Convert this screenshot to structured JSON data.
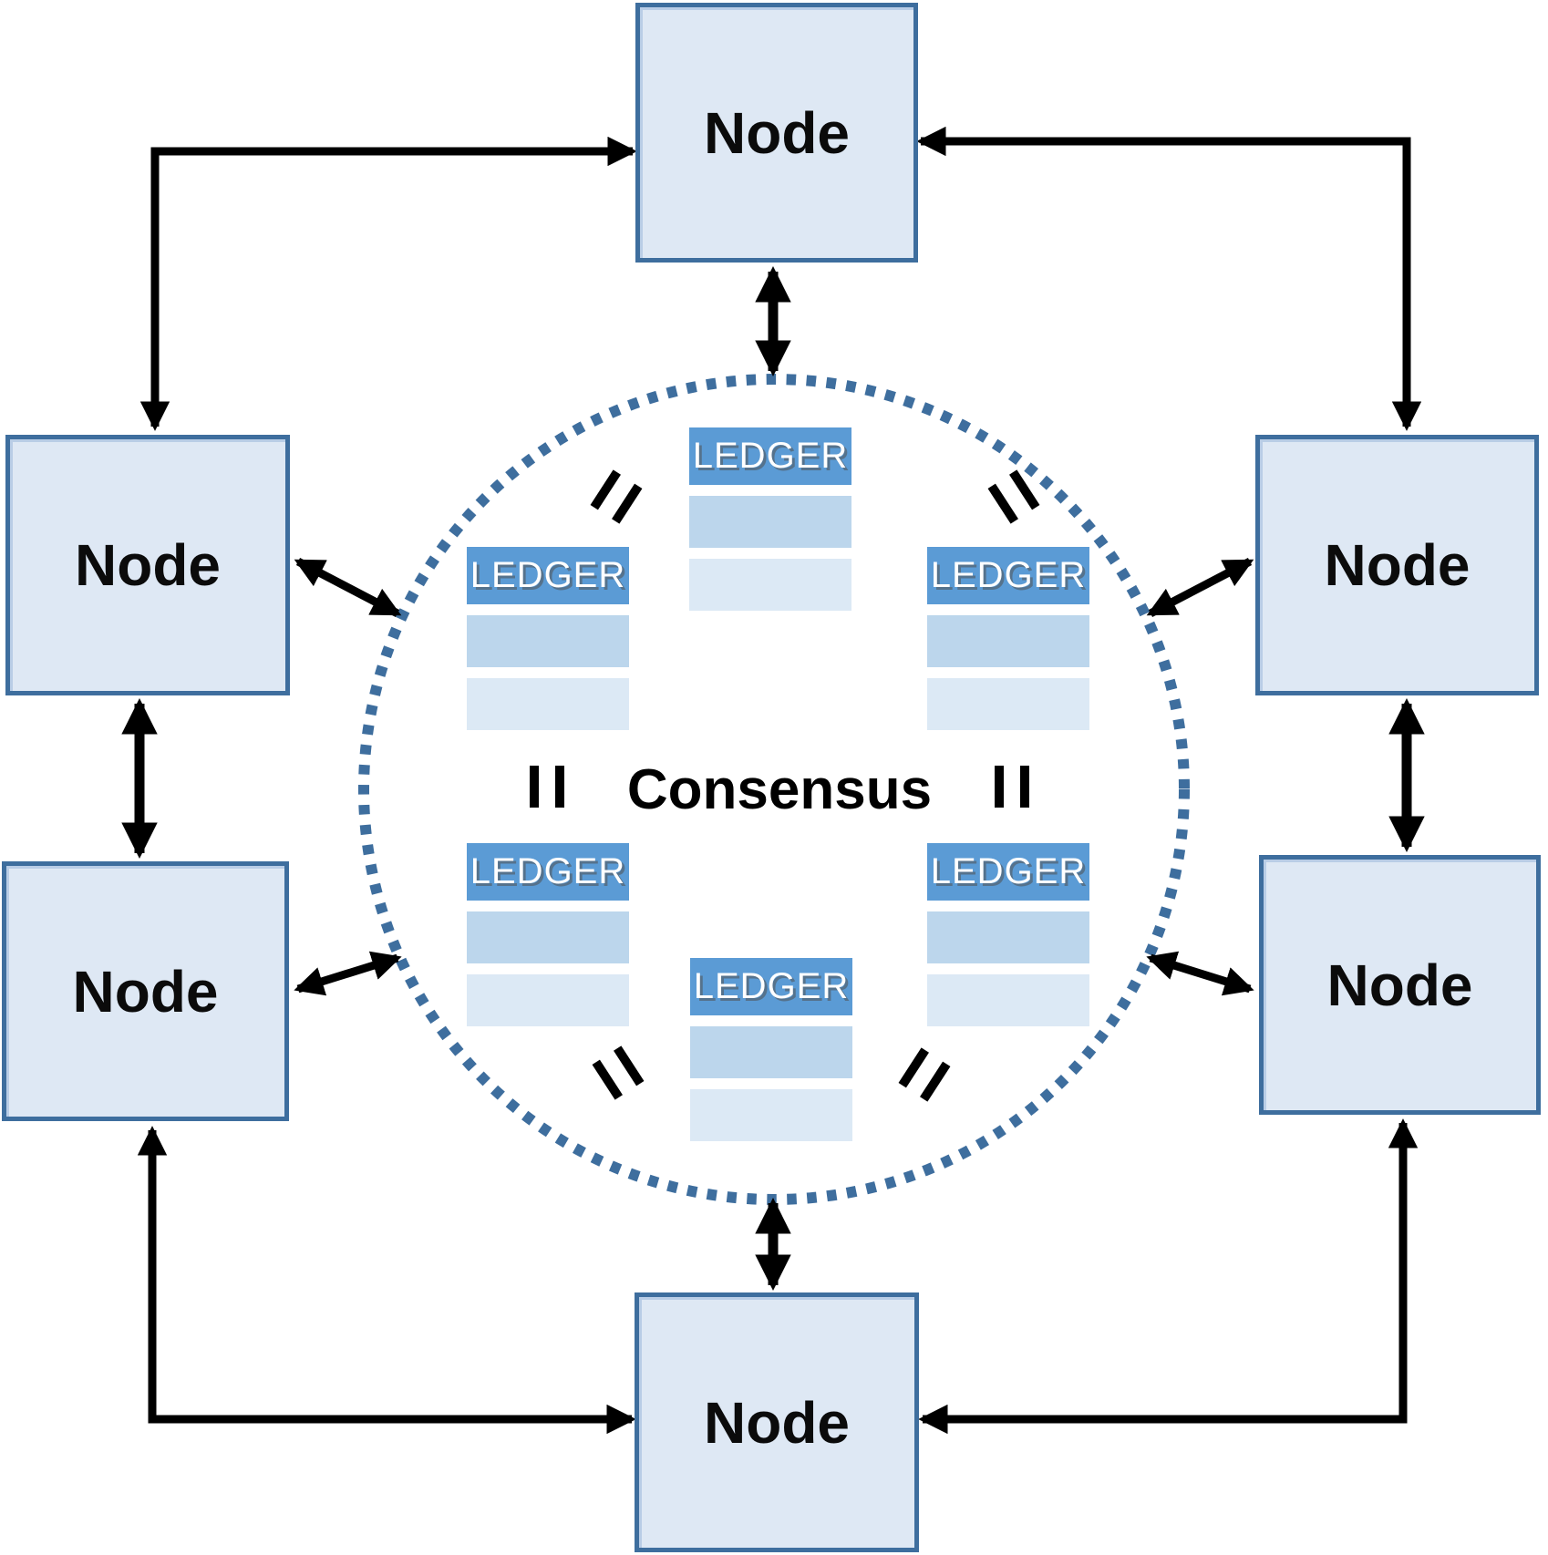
{
  "diagram": {
    "type": "peer-to-peer consensus network",
    "center_label": "Consensus",
    "nodes": [
      {
        "id": "top",
        "label": "Node"
      },
      {
        "id": "upper-left",
        "label": "Node"
      },
      {
        "id": "upper-right",
        "label": "Node"
      },
      {
        "id": "lower-left",
        "label": "Node"
      },
      {
        "id": "lower-right",
        "label": "Node"
      },
      {
        "id": "bottom",
        "label": "Node"
      }
    ],
    "ledgers": [
      {
        "id": "top",
        "label": "LEDGER"
      },
      {
        "id": "upper-left",
        "label": "LEDGER"
      },
      {
        "id": "upper-right",
        "label": "LEDGER"
      },
      {
        "id": "lower-left",
        "label": "LEDGER"
      },
      {
        "id": "lower-right",
        "label": "LEDGER"
      },
      {
        "id": "bottom",
        "label": "LEDGER"
      }
    ],
    "equals_sign_count": 6,
    "colors": {
      "node_fill": "#dee8f4",
      "node_border": "#3e6e9e",
      "ledger_header": "#5b9bd5",
      "ledger_row_mid": "#bcd6ec",
      "ledger_row_light": "#dce9f5",
      "circle_dots": "#3e6e9e",
      "arrows": "#000000"
    }
  }
}
